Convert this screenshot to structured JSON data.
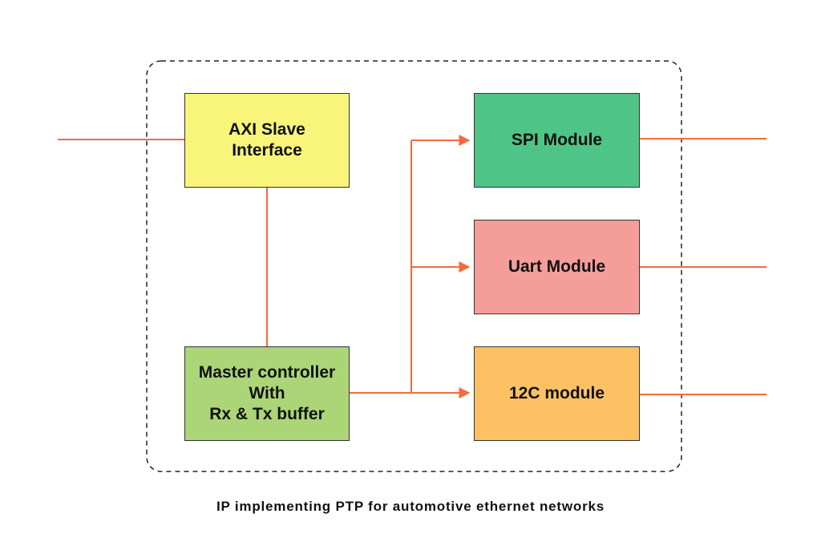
{
  "diagram": {
    "caption": "IP implementing PTP for automotive ethernet networks",
    "colors": {
      "connector": "#f26a3d",
      "border": "#333333",
      "boundary": "#222222"
    },
    "blocks": {
      "axi": {
        "lines": [
          "AXI Slave",
          "Interface"
        ],
        "color": "#f8f57a"
      },
      "master": {
        "lines": [
          "Master controller",
          "With",
          "Rx & Tx buffer"
        ],
        "color": "#acd577"
      },
      "spi": {
        "lines": [
          "SPI Module"
        ],
        "color": "#4fc487"
      },
      "uart": {
        "lines": [
          "Uart Module"
        ],
        "color": "#f59e99"
      },
      "i2c": {
        "lines": [
          "12C module"
        ],
        "color": "#fdc163"
      }
    }
  }
}
